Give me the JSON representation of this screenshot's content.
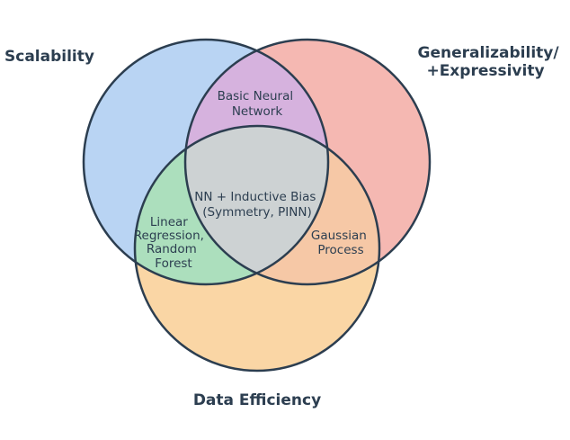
{
  "diagram": {
    "sets": [
      {
        "id": "scalability",
        "label_lines": [
          "Scalability"
        ],
        "color": "#b9d4f3"
      },
      {
        "id": "generalizability",
        "label_lines": [
          "Generalizability/",
          "+Expressivity"
        ],
        "color": "#f5b8b2"
      },
      {
        "id": "data-efficiency",
        "label_lines": [
          "Data Efficiency"
        ],
        "color": "#fad6a5"
      }
    ],
    "regions": [
      {
        "id": "scalability-generalizability",
        "label_lines": [
          "Basic Neural",
          "Network"
        ],
        "color": "#d6b2de"
      },
      {
        "id": "scalability-data-efficiency",
        "label_lines": [
          "Linear",
          "Regression,",
          "Random",
          "Forest"
        ],
        "color": "#acdfbd"
      },
      {
        "id": "generalizability-data-efficiency",
        "label_lines": [
          "Gaussian",
          "Process"
        ],
        "color": "#f6c8a6"
      },
      {
        "id": "all-three",
        "label_lines": [
          "NN + Inductive Bias",
          "(Symmetry, PINN)"
        ],
        "color": "#cdd2d3"
      }
    ],
    "outline_color": "#2c3e50"
  }
}
